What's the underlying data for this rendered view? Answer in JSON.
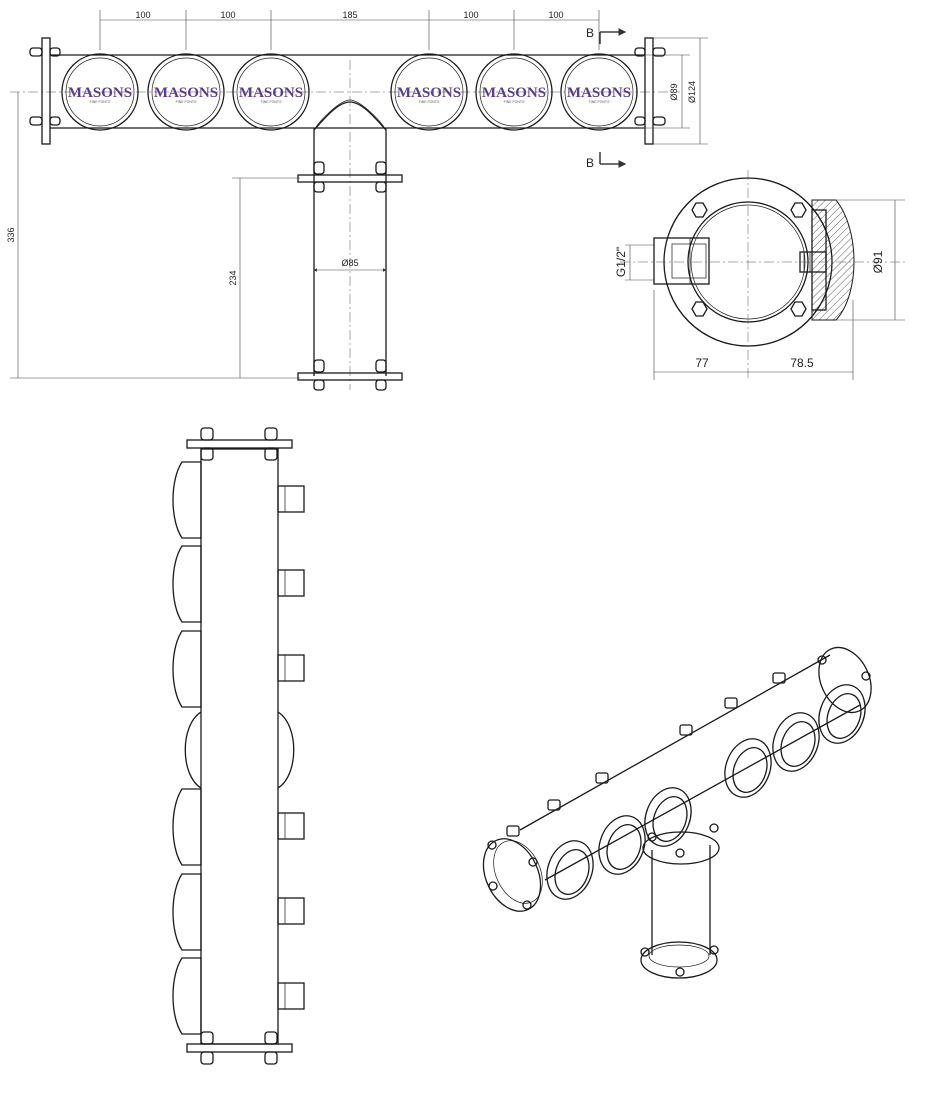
{
  "brand": {
    "logo_text": "MASONS",
    "logo_subtext": "FINE FONTS",
    "color": "#5a3d8a"
  },
  "front_view": {
    "dims_top": [
      "100",
      "100",
      "185",
      "100",
      "100"
    ],
    "dim_height_total": "336",
    "dim_column_height": "234",
    "dim_column_dia": "Ø85",
    "dim_tap_inner": "Ø89",
    "dim_tap_outer": "Ø124",
    "section_mark": "B",
    "logo_count": 6
  },
  "section_view": {
    "thread_label": "G1/2\"",
    "dim_dia": "Ø91",
    "dim_left": "77",
    "dim_right": "78.5"
  },
  "colors": {
    "line": "#1a1a1a",
    "dimension": "#444444",
    "background": "#ffffff"
  }
}
